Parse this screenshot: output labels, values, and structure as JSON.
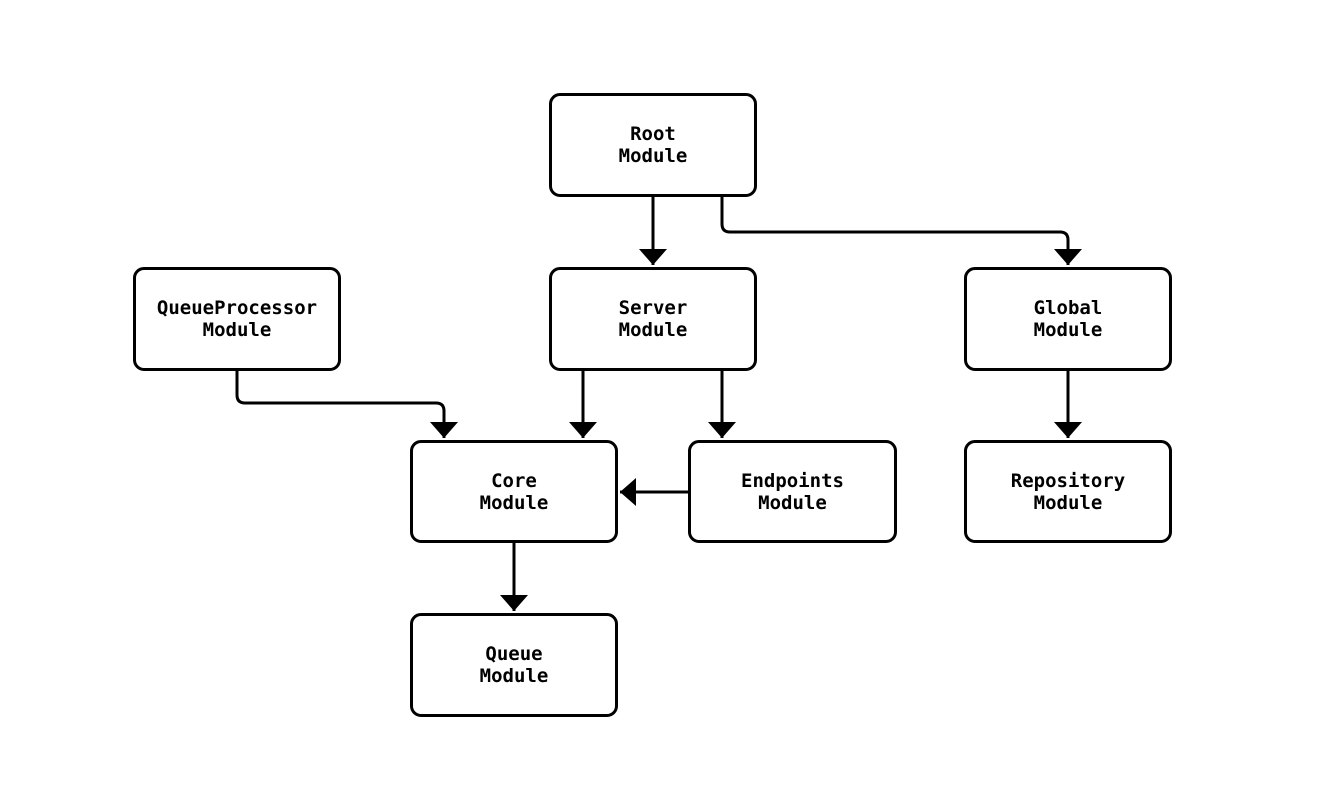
{
  "diagram": {
    "type": "flowchart",
    "background_color": "#ffffff",
    "node_fill_color": "#ffffff",
    "node_border_color": "#000000",
    "text_color": "#000000",
    "edge_color": "#000000",
    "nodes": [
      {
        "id": "root",
        "label": "Root\nModule"
      },
      {
        "id": "queueprocessor",
        "label": "QueueProcessor\nModule"
      },
      {
        "id": "server",
        "label": "Server\nModule"
      },
      {
        "id": "global",
        "label": "Global\nModule"
      },
      {
        "id": "core",
        "label": "Core\nModule"
      },
      {
        "id": "endpoints",
        "label": "Endpoints\nModule"
      },
      {
        "id": "repository",
        "label": "Repository\nModule"
      },
      {
        "id": "queue",
        "label": "Queue\nModule"
      }
    ],
    "edges": [
      {
        "from": "root",
        "to": "server"
      },
      {
        "from": "root",
        "to": "global"
      },
      {
        "from": "queueprocessor",
        "to": "core"
      },
      {
        "from": "server",
        "to": "core"
      },
      {
        "from": "server",
        "to": "endpoints"
      },
      {
        "from": "endpoints",
        "to": "core"
      },
      {
        "from": "global",
        "to": "repository"
      },
      {
        "from": "core",
        "to": "queue"
      }
    ]
  }
}
